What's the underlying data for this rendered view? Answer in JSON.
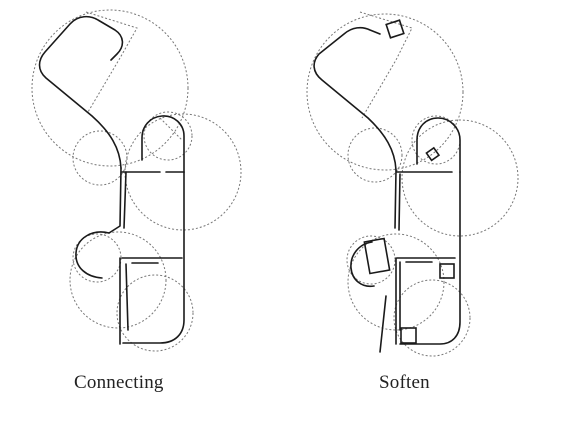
{
  "panels": [
    {
      "id": "connecting",
      "caption": "Connecting"
    },
    {
      "id": "soften",
      "caption": "Soften"
    }
  ],
  "colors": {
    "stroke": "#1a1a1a",
    "guide": "#777777",
    "background": "#ffffff"
  }
}
